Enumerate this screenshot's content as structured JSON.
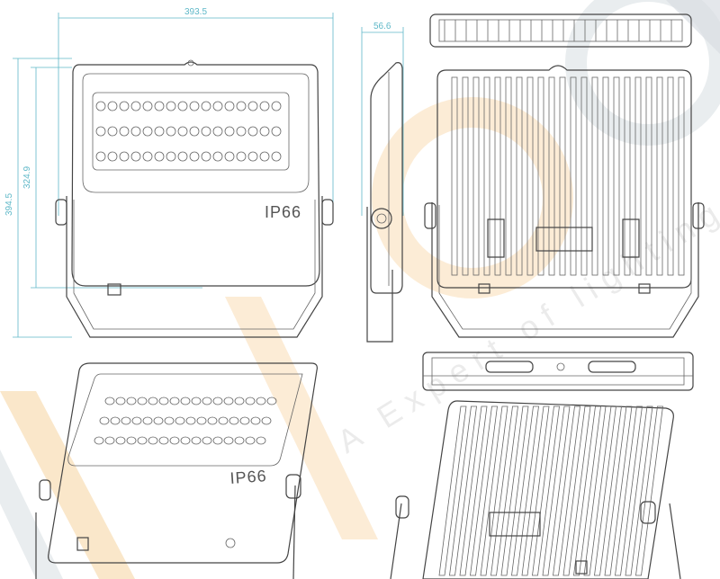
{
  "dimensions": {
    "width": "393.5",
    "depth": "56.6",
    "height_total": "394.5",
    "height_body": "324.9"
  },
  "product": {
    "ip_rating_front": "IP66",
    "ip_rating_iso": "IP66"
  },
  "watermark": {
    "text": "A Expert of lighting industry"
  },
  "colors": {
    "dimension_lines": "#5fb8c8",
    "outline": "#444444",
    "watermark_orange": "#f5c98a"
  }
}
